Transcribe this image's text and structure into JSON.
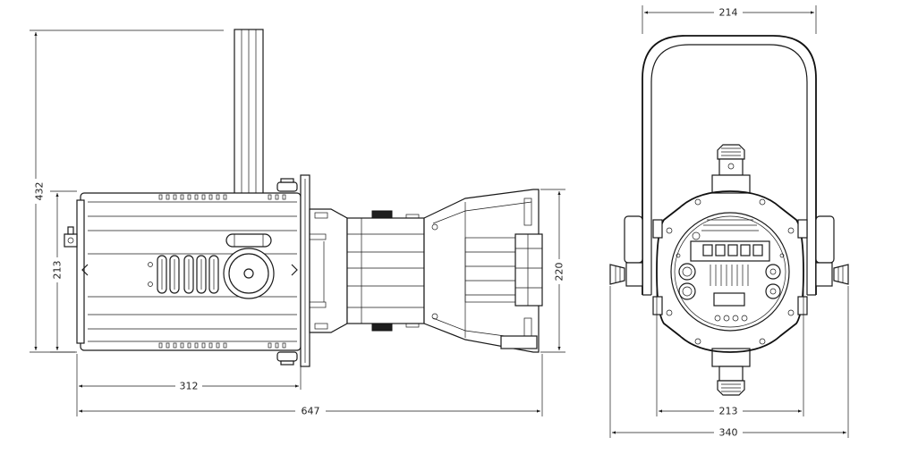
{
  "dimensions": {
    "side_height_total": "432",
    "side_body_height": "213",
    "side_body_length": "312",
    "side_total_length": "647",
    "side_lens_height": "220",
    "front_yoke_width": "214",
    "front_body_width": "213",
    "front_total_width": "340"
  },
  "colors": {
    "line": "#1a1a1a",
    "background": "#ffffff"
  }
}
